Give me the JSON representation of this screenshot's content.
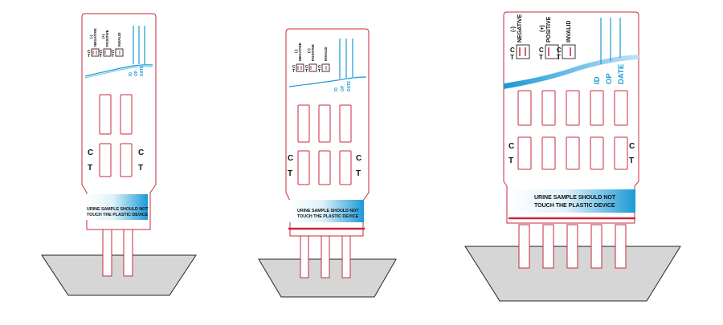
{
  "colors": {
    "outline": "#c8283c",
    "accent_blue": "#1a9ad6",
    "cup_fill": "#d6d6d6",
    "cup_stroke": "#222222"
  },
  "devices": [
    {
      "results": [
        {
          "sign": "(-)",
          "word": "NEGATIVE"
        },
        {
          "sign": "(+)",
          "word": "POSITIVE"
        },
        {
          "sign": "",
          "word": "INVALID"
        }
      ],
      "ct_c": "C",
      "ct_t": "T",
      "labels": [
        "ID",
        "OP",
        "DATE"
      ],
      "left_c": "C",
      "left_t": "T",
      "right_c": "C",
      "right_t": "T",
      "banner_line1": "URINE SAMPLE SHOULD NOT",
      "banner_line2": "TOUCH THE PLASTIC DEVICE"
    },
    {
      "results": [
        {
          "sign": "(-)",
          "word": "NEGATIVE"
        },
        {
          "sign": "(+)",
          "word": "POSITIVE"
        },
        {
          "sign": "",
          "word": "INVALID"
        }
      ],
      "ct_c": "C",
      "ct_t": "T",
      "labels": [
        "ID",
        "OP",
        "DATE"
      ],
      "left_c": "C",
      "left_t": "T",
      "right_c": "C",
      "right_t": "T",
      "banner_line1": "URINE SAMPLE SHOULD NOT",
      "banner_line2": "TOUCH THE PLASTIC DEVICE"
    },
    {
      "results": [
        {
          "sign": "(-)",
          "word": "NEGATIVE"
        },
        {
          "sign": "(+)",
          "word": "POSITIVE"
        },
        {
          "sign": "",
          "word": "INVALID"
        }
      ],
      "ct_c": "C",
      "ct_t": "T",
      "labels": [
        "ID",
        "OP",
        "DATE"
      ],
      "left_c": "C",
      "left_t": "T",
      "right_c": "C",
      "right_t": "T",
      "banner_line1": "URINE SAMPLE SHOULD NOT",
      "banner_line2": "TOUCH THE PLASTIC DEVICE"
    }
  ]
}
